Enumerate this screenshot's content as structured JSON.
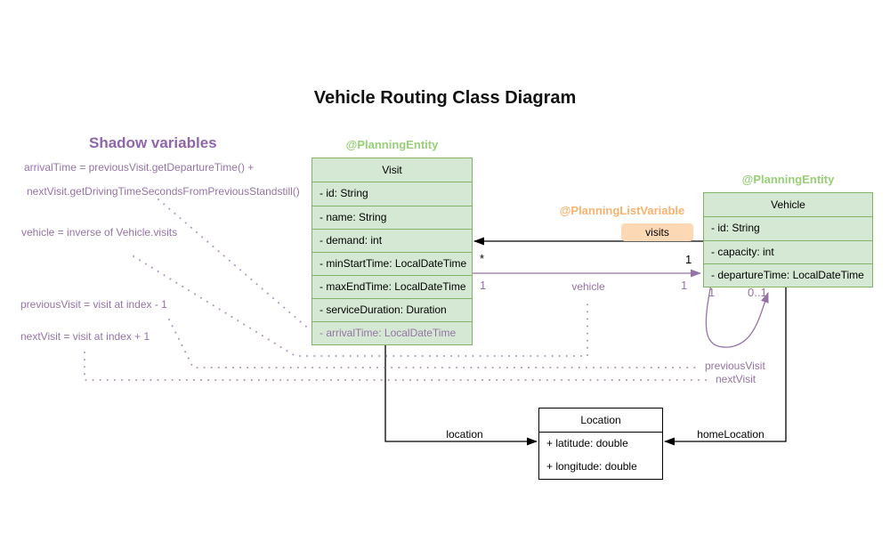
{
  "title": "Vehicle Routing Class Diagram",
  "colors": {
    "green_fill": "#d5e8d4",
    "green_border": "#82b366",
    "green_annotation_text": "#97d077",
    "orange_annotation_text": "#f9b26e",
    "orange_badge_fill": "#fcd9b4",
    "purple": "#9673a6",
    "black": "#000000"
  },
  "shadow_panel": {
    "heading": "Shadow variables",
    "arrival_rule_line1": "arrivalTime = previousVisit.getDepartureTime() +",
    "arrival_rule_line2": "nextVisit.getDrivingTimeSecondsFromPreviousStandstill()",
    "vehicle_rule": "vehicle = inverse of Vehicle.visits",
    "previous_visit_rule": "previousVisit = visit at index - 1",
    "next_visit_rule": "nextVisit = visit at index + 1"
  },
  "visit_class": {
    "annotation": "@PlanningEntity",
    "name": "Visit",
    "attributes": [
      "- id: String",
      "- name: String",
      "- demand: int",
      "- minStartTime: LocalDateTime",
      "- maxEndTime: LocalDateTime",
      "- serviceDuration: Duration"
    ],
    "shadow_attribute": "- arrivalTime: LocalDateTime"
  },
  "vehicle_class": {
    "annotation": "@PlanningEntity",
    "name": "Vehicle",
    "attributes": [
      "- id: String",
      "- capacity: int",
      "- departureTime: LocalDateTime"
    ]
  },
  "location_class": {
    "name": "Location",
    "attributes": [
      "+ latitude: double",
      "+ longitude: double"
    ]
  },
  "relations": {
    "planning_list_variable_annotation": "@PlanningListVariable",
    "visits_badge": "visits",
    "visits_mult_many": "*",
    "visits_mult_one": "1",
    "vehicle_label": "vehicle",
    "vehicle_mult_left": "1",
    "vehicle_mult_right": "1",
    "loop_mult_one": "1",
    "loop_mult_optional": "0..1",
    "previous_visit_label": "previousVisit",
    "next_visit_label": "nextVisit",
    "location_label": "location",
    "home_location_label": "homeLocation"
  }
}
